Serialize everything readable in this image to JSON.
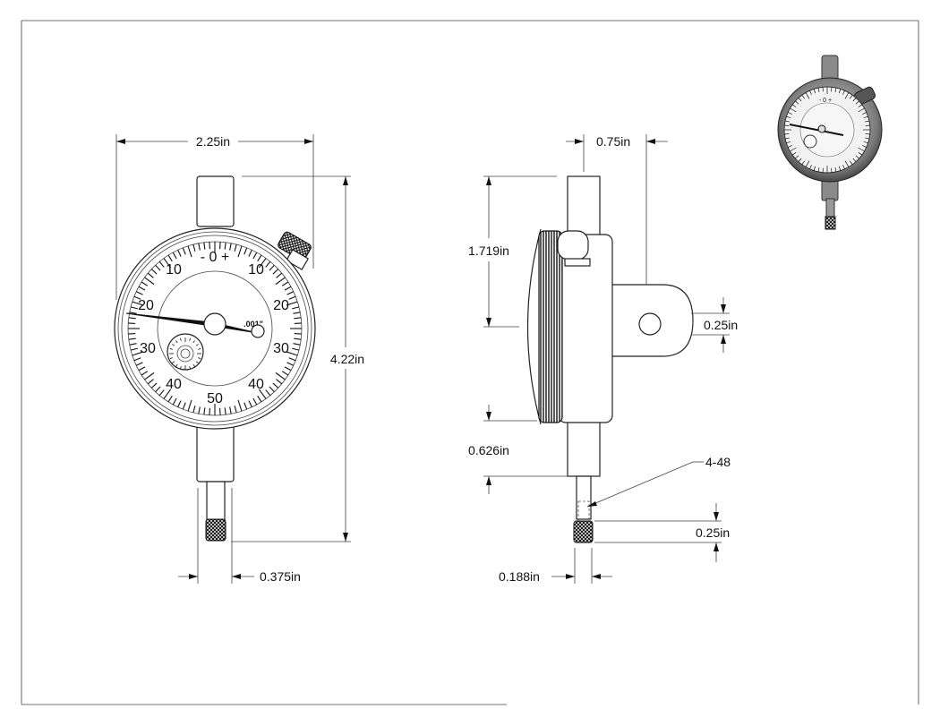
{
  "dimensions": {
    "width_front": "2.25in",
    "height_total": "4.22in",
    "stem_front": "0.375in",
    "depth": "0.75in",
    "upper_side": "1.719in",
    "lug_hole": "0.25in",
    "lower_side": "0.626in",
    "thread": "4-48",
    "tip_length": "0.25in",
    "tip_diameter": "0.188in"
  },
  "dial": {
    "zero": "- 0 +",
    "resolution": ".001\"",
    "n10": "10",
    "n20": "20",
    "n30": "30",
    "n40": "40",
    "n50": "50"
  }
}
